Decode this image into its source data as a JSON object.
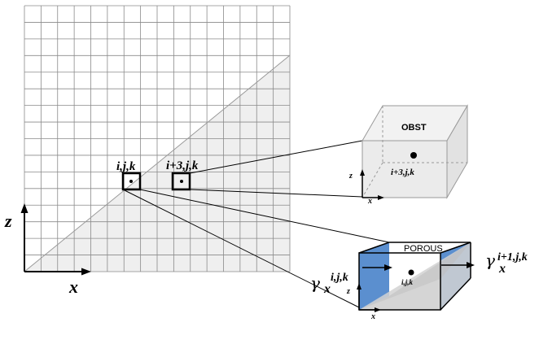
{
  "grid": {
    "axis_x_label": "x",
    "axis_z_label": "z",
    "cell_a_label": "i,j,k",
    "cell_b_label": "i+3,j,k"
  },
  "obst_box": {
    "title": "OBST",
    "center_label": "i+3,j,k",
    "axis_x_label": "x",
    "axis_z_label": "z"
  },
  "porous_box": {
    "title": "POROUS",
    "center_label": "i,j,k",
    "axis_x_label": "x",
    "axis_z_label": "z",
    "gamma_left_symbol": "γ",
    "gamma_left_sub": "x",
    "gamma_left_sup": "i,j,k",
    "gamma_right_symbol": "γ",
    "gamma_right_sub": "x",
    "gamma_right_sup": "i+1,j,k"
  },
  "colors": {
    "grid_line": "#8a8a8a",
    "shade": "#efefef",
    "cube_fill": "#e9e9e9",
    "cube_edge": "#9a9a9a",
    "blue_face": "#5b8fcf",
    "porous_shade": "#d6d6d6"
  }
}
